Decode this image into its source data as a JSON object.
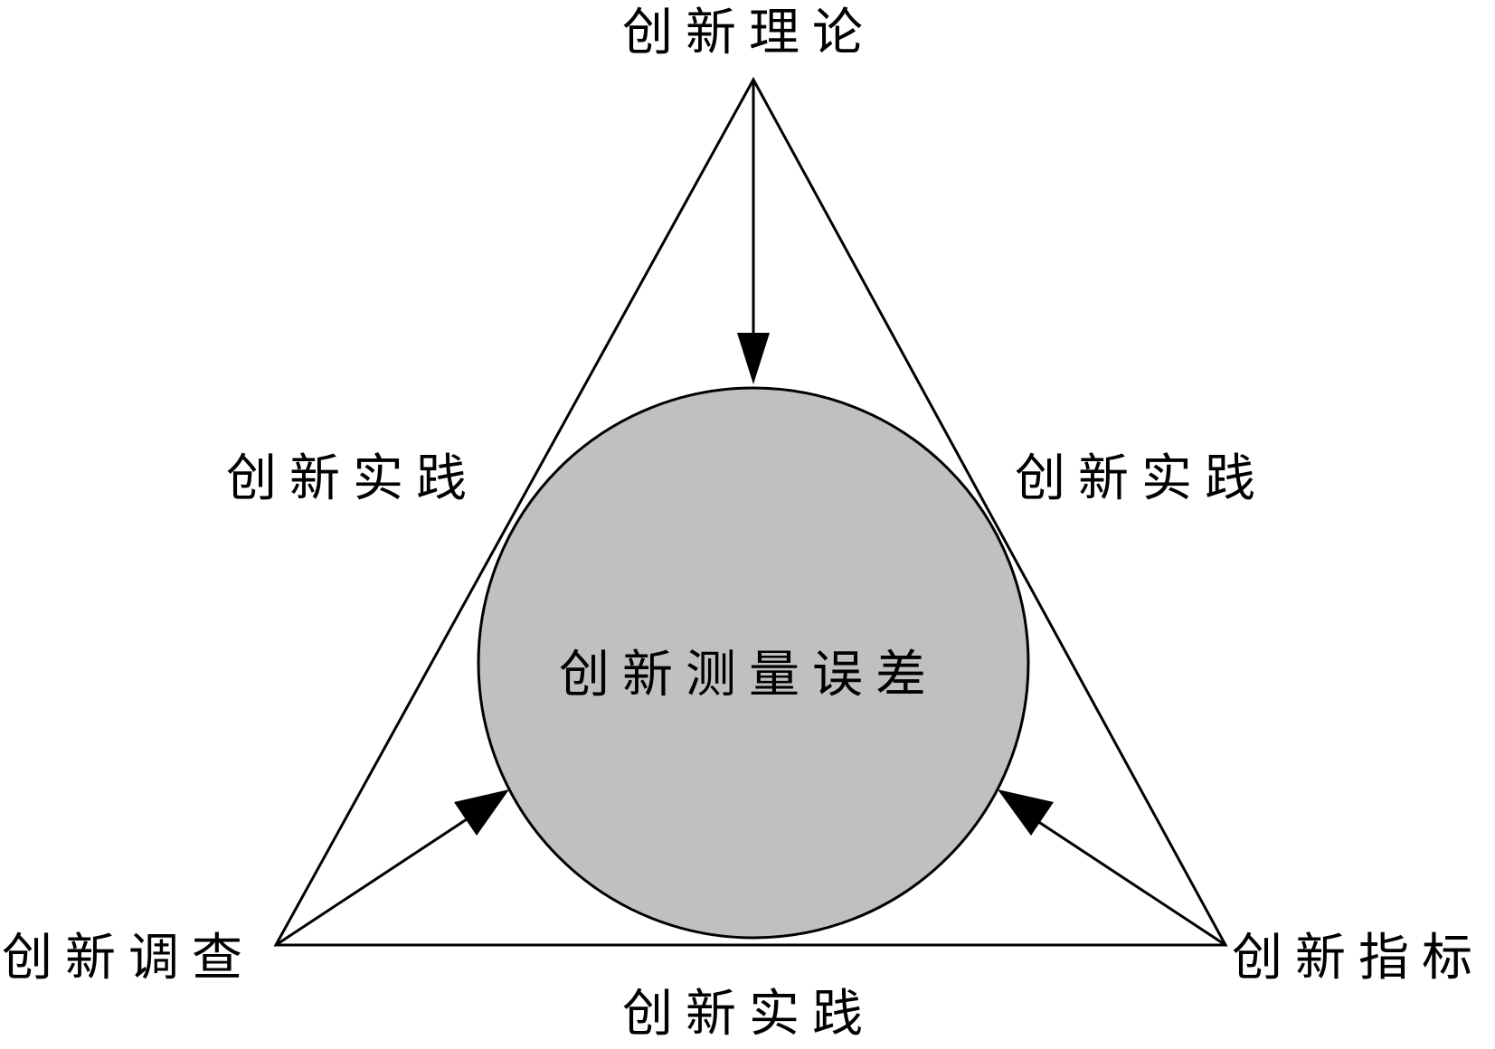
{
  "diagram": {
    "center_label": "创新测量误差",
    "vertices": {
      "top": "创新理论",
      "bottom_left": "创新调查",
      "bottom_right": "创新指标"
    },
    "edges": {
      "left": "创新实践",
      "right": "创新实践",
      "bottom": "创新实践"
    },
    "colors": {
      "circle_fill": "#c0c0c0",
      "stroke": "#000000",
      "background": "#ffffff"
    }
  }
}
